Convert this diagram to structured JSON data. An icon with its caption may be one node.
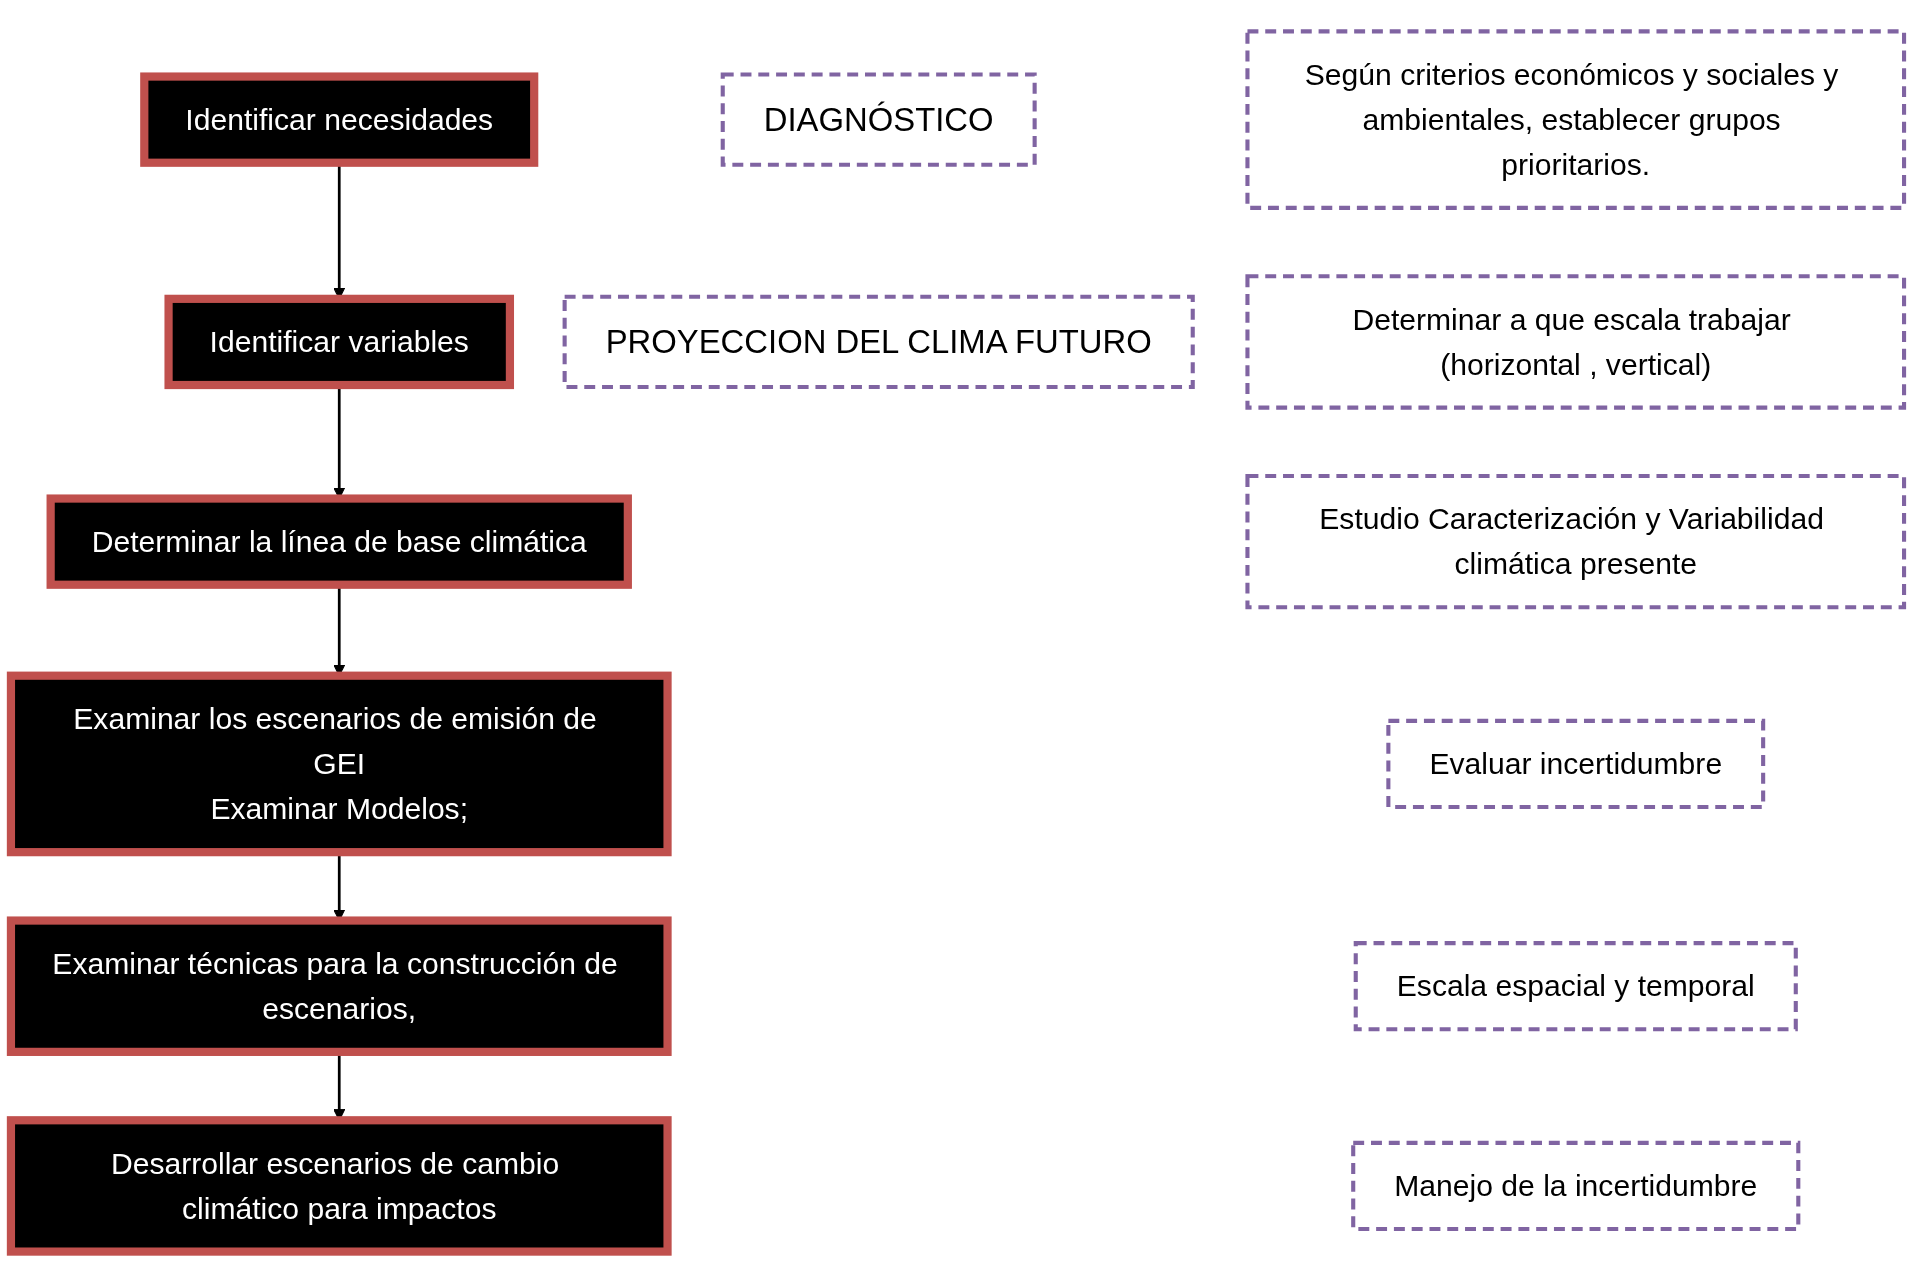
{
  "diagram": {
    "nodes": [
      {
        "text": [
          "Identificar necesidades"
        ]
      },
      {
        "text": [
          "Identificar variables"
        ]
      },
      {
        "text": [
          "Determinar la línea de base climática"
        ]
      },
      {
        "text": [
          "Examinar los escenarios de emisión de GEI",
          "Examinar Modelos;"
        ]
      },
      {
        "text": [
          "Examinar técnicas para la construcción de escenarios,"
        ]
      },
      {
        "text": [
          "Desarrollar escenarios de cambio climático para impactos"
        ]
      },
      {
        "text": [
          "DIAGNÓSTICO"
        ]
      },
      {
        "text": [
          "PROYECCION DEL CLIMA FUTURO"
        ]
      },
      {
        "text": [
          "Según criterios económicos y sociales y ambientales, establecer grupos prioritarios."
        ]
      },
      {
        "text": [
          "Determinar a que escala trabajar (horizontal , vertical)"
        ]
      },
      {
        "text": [
          "Estudio Caracterización y Variabilidad climática presente"
        ]
      },
      {
        "text": [
          "Evaluar incertidumbre"
        ]
      },
      {
        "text": [
          "Escala espacial y temporal"
        ]
      },
      {
        "text": [
          "Manejo de la incertidumbre"
        ]
      }
    ],
    "edges": [
      {
        "from": 0,
        "to": 1,
        "arrow": "to"
      },
      {
        "from": 1,
        "to": 2,
        "arrow": "to"
      },
      {
        "from": 2,
        "to": 3,
        "arrow": "to"
      },
      {
        "from": 3,
        "to": 4,
        "arrow": "to"
      },
      {
        "from": 4,
        "to": 5,
        "arrow": "to"
      }
    ]
  }
}
